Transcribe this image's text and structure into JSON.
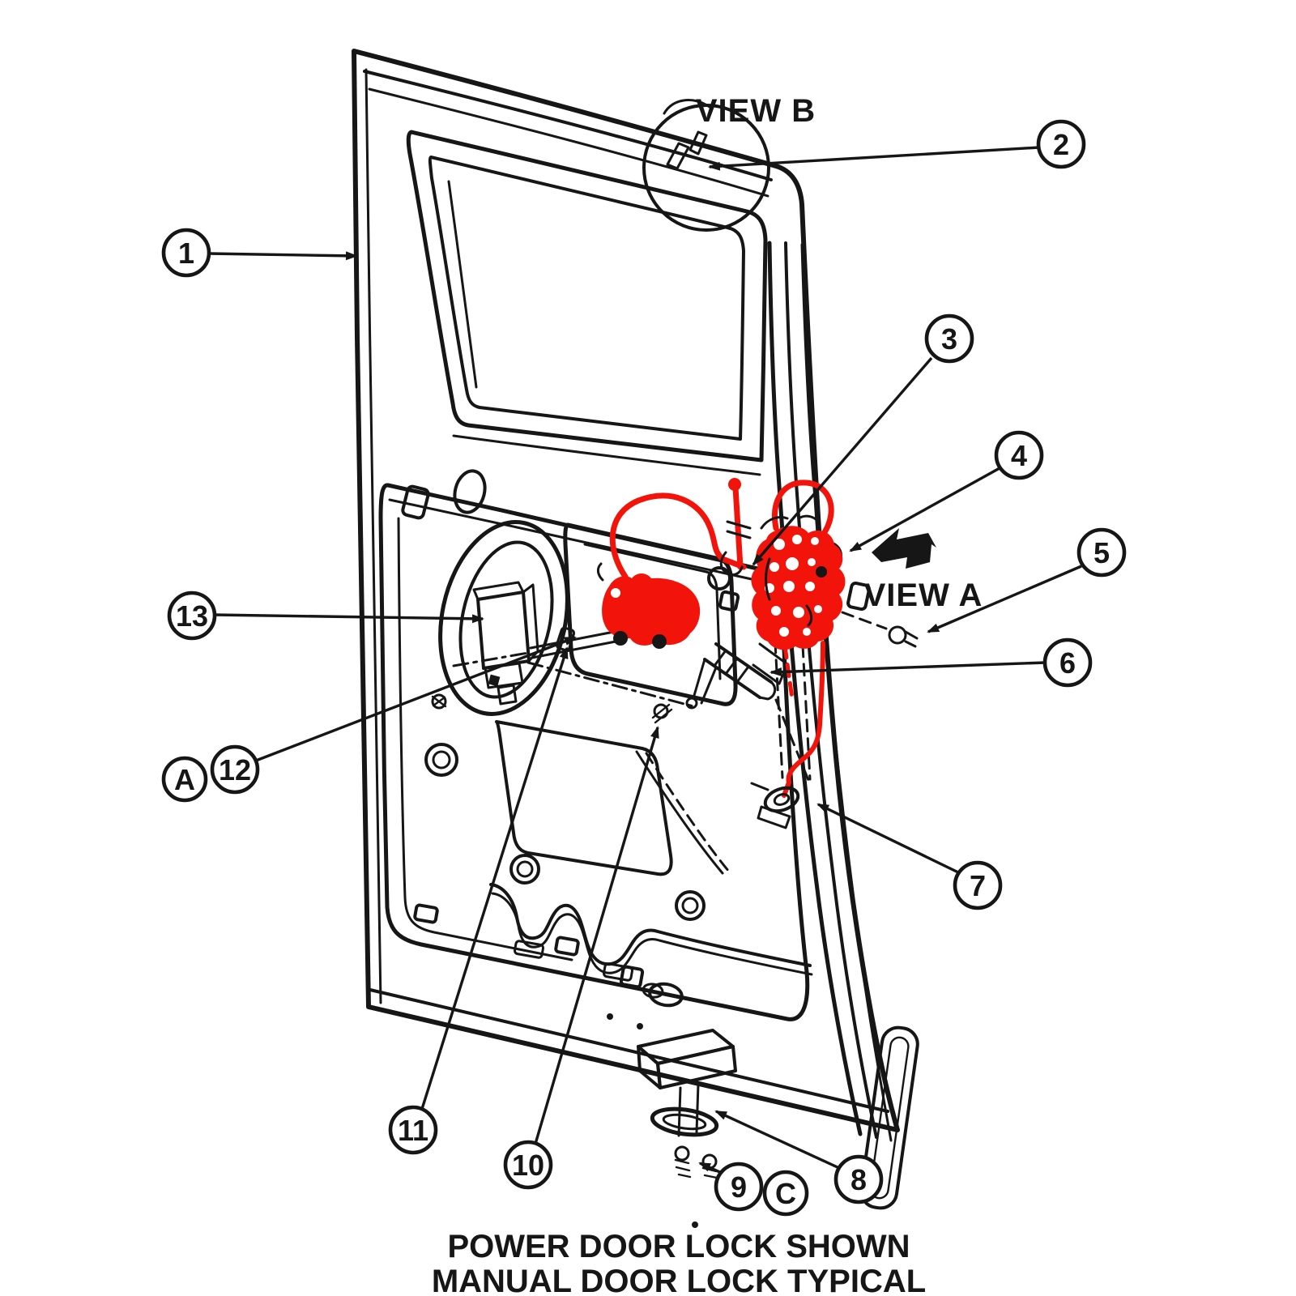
{
  "colors": {
    "ink": "#161616",
    "highlight": "#f2130a",
    "paper": "#ffffff"
  },
  "views": {
    "a": "VIEW A",
    "b": "VIEW B"
  },
  "caption": {
    "line1": "POWER DOOR LOCK SHOWN",
    "line2": "MANUAL DOOR LOCK TYPICAL"
  },
  "callouts": {
    "c1": {
      "label": "1"
    },
    "c2": {
      "label": "2"
    },
    "c3": {
      "label": "3"
    },
    "c4": {
      "label": "4"
    },
    "c5": {
      "label": "5"
    },
    "c6": {
      "label": "6"
    },
    "c7": {
      "label": "7"
    },
    "c8": {
      "label": "8"
    },
    "c9": {
      "label": "9"
    },
    "c10": {
      "label": "10"
    },
    "c11": {
      "label": "11"
    },
    "c12": {
      "label": "12"
    },
    "c13": {
      "label": "13"
    },
    "a": {
      "label": "A"
    },
    "c": {
      "label": "C"
    }
  }
}
